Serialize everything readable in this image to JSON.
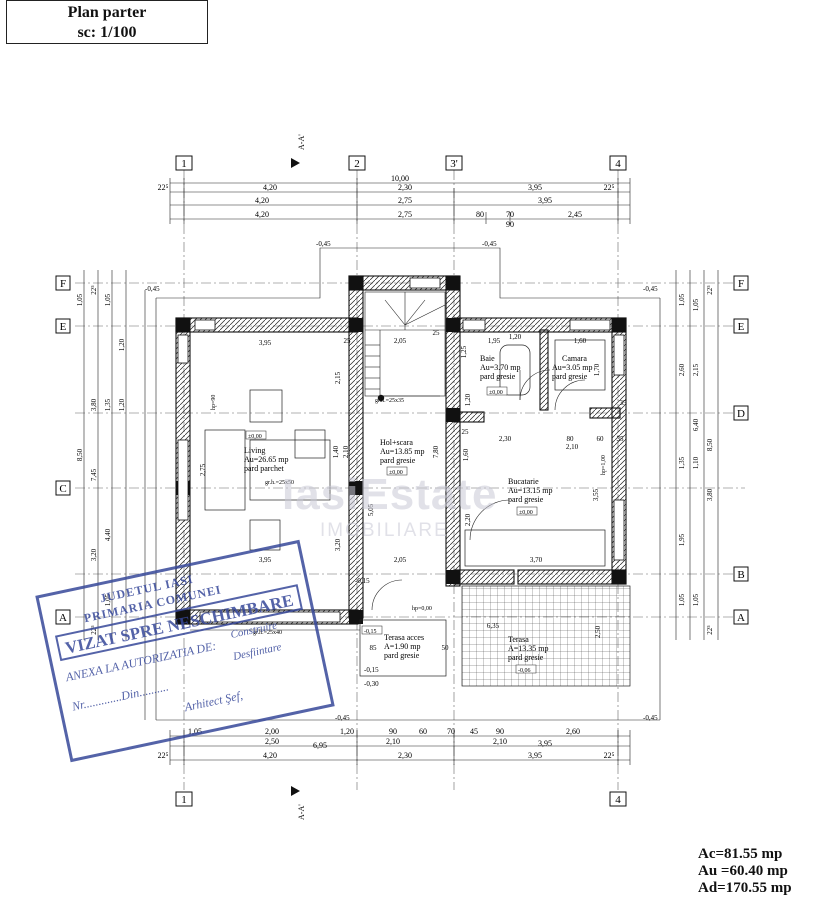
{
  "title": {
    "line1": "Plan parter",
    "line2": "sc: 1/100"
  },
  "totals": {
    "ac": "Ac=81.55 mp",
    "au": "Au =60.40 mp",
    "ad": "Ad=170.55 mp"
  },
  "axes": {
    "vertical": [
      "1",
      "2",
      "3'",
      "4"
    ],
    "horizontal": [
      "F",
      "E",
      "D",
      "C",
      "B",
      "A"
    ],
    "section": "A-A'"
  },
  "rooms": [
    {
      "name": "Living",
      "area": "Au=26.65 mp",
      "floor": "pard parchet",
      "level": "±0,00"
    },
    {
      "name": "Hol+scara",
      "area": "Au=13.85 mp",
      "floor": "pard gresie",
      "level": "±0,00"
    },
    {
      "name": "Baie",
      "area": "Au=3.70 mp",
      "floor": "pard gresie",
      "level": "±0,00"
    },
    {
      "name": "Camara",
      "area": "Au=3.05 mp",
      "floor": "pard gresie",
      "level": ""
    },
    {
      "name": "Bucatarie",
      "area": "Au=13.15 mp",
      "floor": "pard gresie",
      "level": "±0,00"
    },
    {
      "name": "Terasa acces",
      "area": "A=1.90 mp",
      "floor": "pard gresie",
      "level": "-0,15"
    },
    {
      "name": "Terasa",
      "area": "A=13.35 mp",
      "floor": "pard gresie",
      "level": "-0,06"
    }
  ],
  "dims_top": {
    "overall": "10,00",
    "row1": [
      "22⁵",
      "4,20",
      "2,30",
      "3,95",
      "22⁵"
    ],
    "row2": [
      "4,20",
      "2,75",
      "3,95"
    ],
    "row3": [
      "4,20",
      "2,75",
      "80",
      "70",
      "2,45"
    ],
    "row3_sub": "90"
  },
  "dims_bottom": {
    "row1": [
      "1,05",
      "2,00",
      "1,20",
      "90",
      "60",
      "70",
      "45",
      "90",
      "2,60"
    ],
    "row2": [
      "2,50",
      "6,95",
      "2,10",
      "2,10",
      "3,95"
    ],
    "row3": [
      "22⁵",
      "4,20",
      "2,30",
      "3,95",
      "22⁵"
    ]
  },
  "dims_left": [
    "1,05",
    "22⁵",
    "1,05",
    "1,20",
    "3,80",
    "1,35",
    "1,20",
    "8,50",
    "7,45",
    "4,40",
    "3,20",
    "1,05",
    "22⁵"
  ],
  "dims_right": [
    "1,05",
    "22⁵",
    "1,05",
    "2,60",
    "2,15",
    "1,35",
    "1,10",
    "6,40",
    "8,50",
    "3,80",
    "1,95",
    "1,05",
    "22⁵",
    "1,05"
  ],
  "interior": [
    "3,95",
    "2,05",
    "25",
    "1,95",
    "1,20",
    "1,60",
    "25",
    "2,15",
    "2,30",
    "80",
    "2,10",
    "60",
    "35",
    "1,40",
    "2,10",
    "7,80",
    "1,60",
    "2,20",
    "5,05",
    "3,20",
    "2,05",
    "3,95",
    "3,70",
    "6,35",
    "2,50",
    "1,25",
    "25",
    "35",
    "2,75",
    "3,55",
    "1,20",
    "85",
    "50",
    "1,70"
  ],
  "levels": [
    "-0,45",
    "-0,45",
    "-0,45",
    "-0,45",
    "-0,45",
    "-0,45",
    "-0,30",
    "-0,15",
    "-0,15"
  ],
  "notes": [
    "hp=90",
    "hp=1,00",
    "hp=0,00",
    "gr.h.=25x35",
    "gr.h.=25x50",
    "gr.h.=25x40"
  ],
  "stamp": {
    "line1": "JUDETUL IASI",
    "line2": "PRIMARIA COMUNEI",
    "line3": "VIZAT SPRE NESCHIMBARE",
    "line4": "ANEXA LA AUTORIZATIA DE:",
    "line5": "Nr.............Din..........",
    "line6": "Arhitect Şef,",
    "line7": "Construire",
    "line8": "Desfiintare"
  },
  "watermark": {
    "line1": "IasiEstate",
    "line2": "IMOBILIARE"
  },
  "colors": {
    "ink": "#111111",
    "stamp": "#37489a",
    "watermark": "#c9c9d6"
  }
}
